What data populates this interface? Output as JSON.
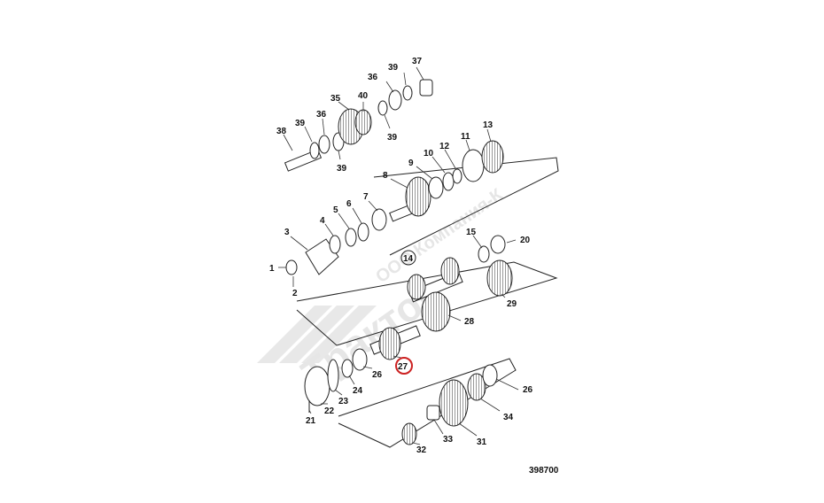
{
  "watermark": {
    "brand": "Трактор",
    "company": "ООО Компания-К",
    "logo": "jcb-chevron-logo"
  },
  "drawing_number": "398700",
  "highlighted_part": "27",
  "highlight_color": "#cc2222",
  "labels": {
    "p1": "1",
    "p2": "2",
    "p3": "3",
    "p4": "4",
    "p5": "5",
    "p6": "6",
    "p7": "7",
    "p8": "8",
    "p9": "9",
    "p10": "10",
    "p11": "11",
    "p12": "12",
    "p13": "13",
    "p14": "14",
    "p15": "15",
    "p20": "20",
    "p21": "21",
    "p22": "22",
    "p23": "23",
    "p24": "24",
    "p26a": "26",
    "p26b": "26",
    "p27": "27",
    "p28": "28",
    "p29": "29",
    "p31": "31",
    "p32": "32",
    "p33": "33",
    "p34": "34",
    "p35": "35",
    "p36a": "36",
    "p36b": "36",
    "p37": "37",
    "p38": "38",
    "p39a": "39",
    "p39b": "39",
    "p39c": "39",
    "p39d": "39",
    "p40": "40"
  }
}
